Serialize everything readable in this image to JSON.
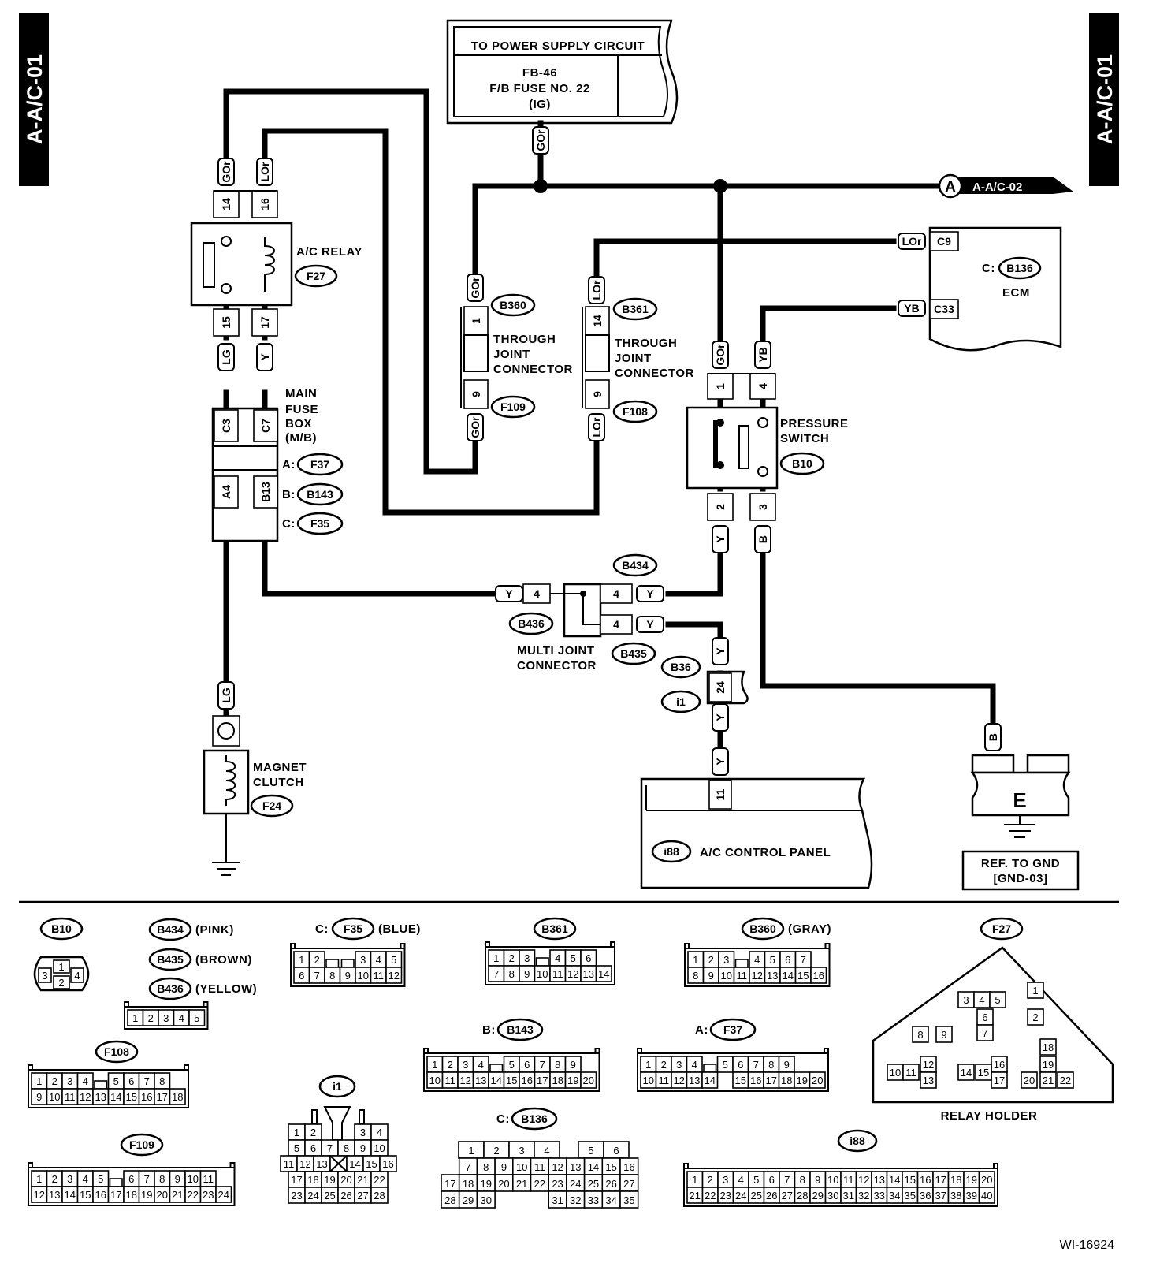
{
  "side_tags": {
    "left": "A-A/C-01",
    "right": "A-A/C-01"
  },
  "power": {
    "title": "TO POWER SUPPLY CIRCUIT",
    "line1": "FB-46",
    "line2": "F/B FUSE NO. 22",
    "line3": "(IG)"
  },
  "arrow_ref": {
    "letter": "A",
    "text": "A-A/C-02"
  },
  "ecm": {
    "prefix": "C:",
    "connector": "B136",
    "name": "ECM",
    "pin_a": "C9",
    "pin_b": "C33"
  },
  "relay": {
    "name": "A/C RELAY",
    "id": "F27",
    "pins": [
      "14",
      "16",
      "15",
      "17"
    ]
  },
  "jc_b360": {
    "id1": "B360",
    "id2": "F109",
    "pin_top": "1",
    "pin_bot": "9",
    "name": [
      "THROUGH",
      "JOINT",
      "CONNECTOR"
    ]
  },
  "jc_b361": {
    "id1": "B361",
    "id2": "F108",
    "pin_top": "14",
    "pin_bot": "9",
    "name": [
      "THROUGH",
      "JOINT",
      "CONNECTOR"
    ]
  },
  "fusebox": {
    "name": [
      "MAIN",
      "FUSE",
      "BOX",
      "(M/B)"
    ],
    "pins": [
      "C3",
      "C7",
      "A4",
      "B13"
    ],
    "conns": [
      {
        "prefix": "A:",
        "id": "F37"
      },
      {
        "prefix": "B:",
        "id": "B143"
      },
      {
        "prefix": "C:",
        "id": "F35"
      }
    ]
  },
  "pswitch": {
    "name": [
      "PRESSURE",
      "SWITCH"
    ],
    "id": "B10",
    "pins": [
      "1",
      "4",
      "2",
      "3"
    ]
  },
  "multi_joint": {
    "name": [
      "MULTI JOINT",
      "CONNECTOR"
    ],
    "ids": [
      "B434",
      "B436",
      "B435"
    ],
    "pin": "4"
  },
  "harness": {
    "id1": "B36",
    "id2": "i1",
    "pin": "24"
  },
  "panel": {
    "id": "i88",
    "name": "A/C CONTROL PANEL",
    "pin": "11"
  },
  "clutch": {
    "name": [
      "MAGNET",
      "CLUTCH"
    ],
    "id": "F24"
  },
  "ground": {
    "letter": "E",
    "ref": [
      "REF. TO GND",
      "[GND-03]"
    ]
  },
  "wires": {
    "GOr": "GOr",
    "LOr": "LOr",
    "LG": "LG",
    "Y": "Y",
    "YB": "YB",
    "B": "B"
  },
  "legend": {
    "b10": "B10",
    "b434": "B434",
    "b434_color": "(PINK)",
    "b435": "B435",
    "b435_color": "(BROWN)",
    "b436": "B436",
    "b436_color": "(YELLOW)",
    "f35_prefix": "C:",
    "f35": "F35",
    "f35_color": "(BLUE)",
    "b361": "B361",
    "b360": "B360",
    "b360_color": "(GRAY)",
    "f27": "F27",
    "relay_holder": "RELAY HOLDER",
    "f108": "F108",
    "f109": "F109",
    "i1": "i1",
    "b143_prefix": "B:",
    "b143": "B143",
    "f37_prefix": "A:",
    "f37": "F37",
    "b136_prefix": "C:",
    "b136": "B136",
    "i88": "i88"
  },
  "figure_id": "WI-16924"
}
